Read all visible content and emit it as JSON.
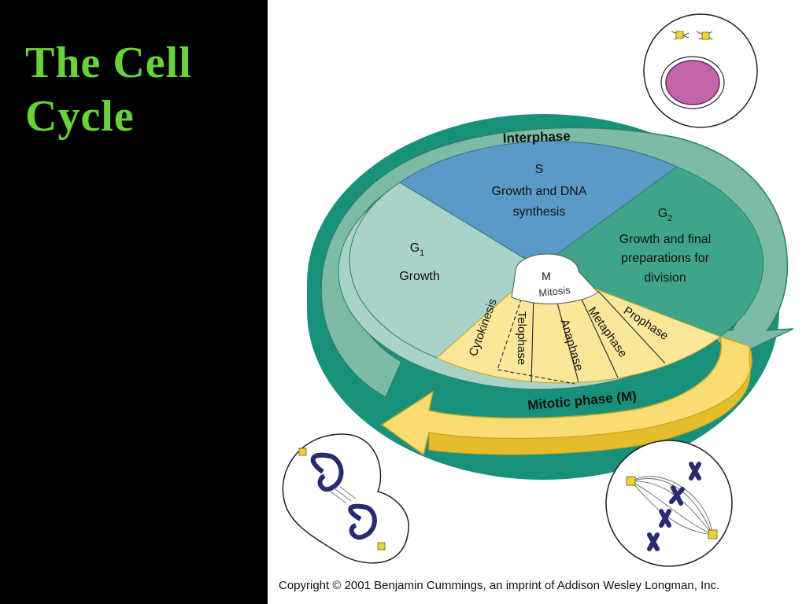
{
  "slide": {
    "title_line1": "The Cell",
    "title_line2": "Cycle"
  },
  "diagram": {
    "interphase_label": "Interphase",
    "s_phase": {
      "name": "S",
      "line1": "Growth and DNA",
      "line2": "synthesis"
    },
    "g1_phase": {
      "name": "G",
      "subscript": "1",
      "line1": "Growth"
    },
    "g2_phase": {
      "name": "G",
      "subscript": "2",
      "line1": "Growth and final",
      "line2": "preparations for",
      "line3": "division"
    },
    "m_label": "M",
    "mitosis_label": "Mitosis",
    "subphases": [
      "Prophase",
      "Metaphase",
      "Anaphase",
      "Telophase",
      "Cytokinesis"
    ],
    "mitotic_phase_label": "Mitotic phase (M)",
    "copyright": "Copyright © 2001 Benjamin Cummings, an imprint of Addison Wesley Longman, Inc."
  },
  "colors": {
    "title_green": "#6ad13a",
    "s_blue": "#5b9ac7",
    "g1_light": "#a9d3c8",
    "g2_teal": "#3fa58a",
    "interphase_arrow": "#7cbba6",
    "mitotic_yellow": "#f7dd72",
    "mitotic_dark": "#e3bd2c",
    "nucleus_pink": "#c066a8"
  }
}
